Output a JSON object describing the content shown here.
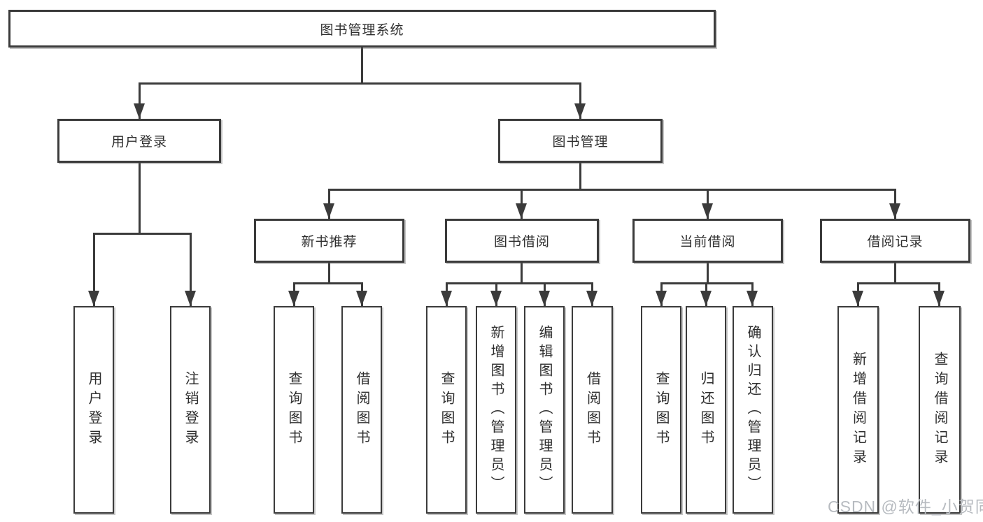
{
  "diagram": {
    "root": {
      "label": "图书管理系统"
    },
    "level2": [
      {
        "label": "用户登录"
      },
      {
        "label": "图书管理"
      }
    ],
    "level3": [
      {
        "label": "新书推荐"
      },
      {
        "label": "图书借阅"
      },
      {
        "label": "当前借阅"
      },
      {
        "label": "借阅记录"
      }
    ],
    "leaves": {
      "login": [
        "用户登录",
        "注销登录"
      ],
      "newbook": [
        "查询图书",
        "借阅图书"
      ],
      "borrow": [
        "查询图书",
        "新增图书（管理员）",
        "编辑图书（管理员）",
        "借阅图书"
      ],
      "current": [
        "查询图书",
        "归还图书",
        "确认归还（管理员）"
      ],
      "record": [
        "新增借阅记录",
        "查询借阅记录"
      ]
    }
  },
  "footer": {
    "watermark": "CSDN @软件_小贺同学"
  },
  "colors": {
    "line": "#3b3b3b",
    "text": "#2e2e2e",
    "node_fill": "#ffffff",
    "watermark": "#b7bbc0",
    "background": "#ffffff"
  }
}
